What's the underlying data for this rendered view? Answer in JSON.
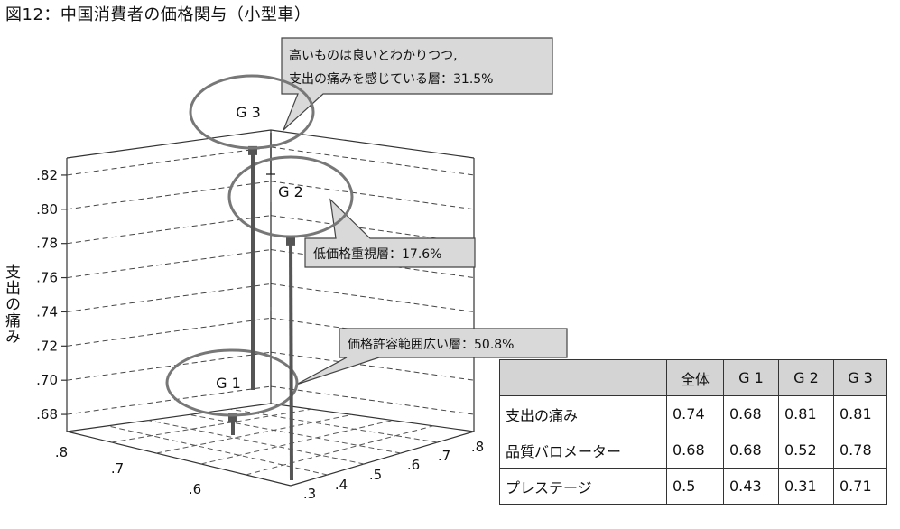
{
  "title": "図12：中国消費者の価格関与（小型車）",
  "chart_data": {
    "type": "scatter3d",
    "axes": {
      "z": {
        "label": "支出の痛み",
        "ticks": [
          ".68",
          ".70",
          ".72",
          ".74",
          ".76",
          ".78",
          ".80",
          ".82"
        ],
        "range": [
          0.67,
          0.83
        ]
      },
      "left": {
        "ticks": [
          ".8",
          ".7",
          ".6"
        ]
      },
      "right": {
        "ticks": [
          ".3",
          ".4",
          ".5",
          ".6",
          ".7",
          ".8"
        ]
      }
    },
    "groups": [
      {
        "name": "G 1",
        "pain": 0.68,
        "quality": 0.68,
        "prestige": 0.43
      },
      {
        "name": "G 2",
        "pain": 0.81,
        "quality": 0.52,
        "prestige": 0.31
      },
      {
        "name": "G 3",
        "pain": 0.81,
        "quality": 0.78,
        "prestige": 0.71
      }
    ],
    "callouts": [
      {
        "lines": [
          "高いものは良いとわかりつつ,",
          "支出の痛みを感じている層：31.5%"
        ]
      },
      {
        "lines": [
          "低価格重視層：17.6%"
        ]
      },
      {
        "lines": [
          "価格許容範囲広い層：50.8%"
        ]
      }
    ]
  },
  "table": {
    "headers": [
      "全体",
      "G 1",
      "G 2",
      "G 3"
    ],
    "rows": [
      {
        "label": "支出の痛み",
        "values": [
          "0.74",
          "0.68",
          "0.81",
          "0.81"
        ]
      },
      {
        "label": "品質バロメーター",
        "values": [
          "0.68",
          "0.68",
          "0.52",
          "0.78"
        ]
      },
      {
        "label": "プレステージ",
        "values": [
          "0.5",
          "0.43",
          "0.31",
          "0.71"
        ]
      }
    ]
  }
}
